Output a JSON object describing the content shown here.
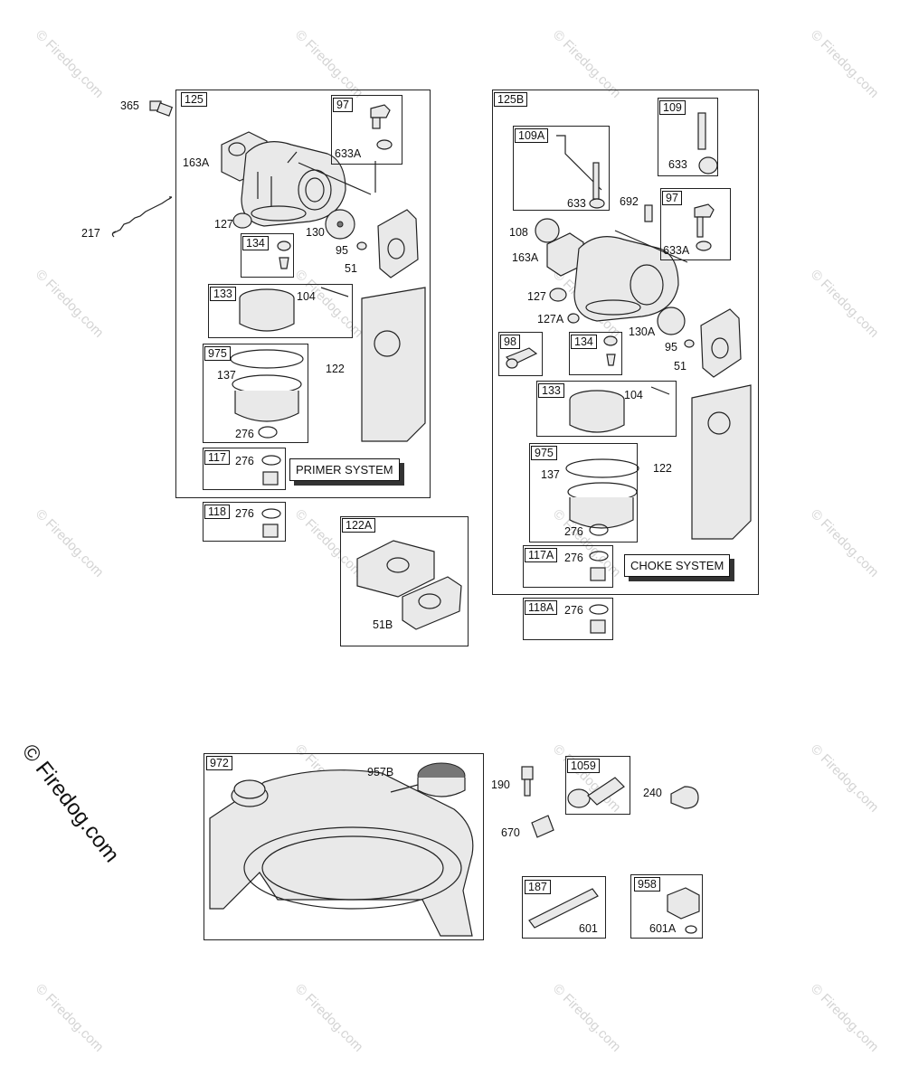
{
  "watermark_text": "© Firedog.com",
  "copyright": "© Firedog.com",
  "primer": {
    "box_label": "125",
    "system_label": "PRIMER SYSTEM",
    "tags": {
      "t97": "97",
      "t134": "134",
      "t133": "133",
      "t975": "975",
      "t117": "117",
      "t118": "118",
      "t122a": "122A"
    },
    "labels": {
      "l365": "365",
      "l163a": "163A",
      "l217": "217",
      "l127": "127",
      "l633a": "633A",
      "l130": "130",
      "l95": "95",
      "l51": "51",
      "l104": "104",
      "l137": "137",
      "l122": "122",
      "l276a": "276",
      "l276b": "276",
      "l276c": "276",
      "l51b": "51B"
    }
  },
  "choke": {
    "box_label": "125B",
    "system_label": "CHOKE SYSTEM",
    "tags": {
      "t109a": "109A",
      "t109": "109",
      "t97": "97",
      "t98": "98",
      "t134": "134",
      "t133": "133",
      "t975": "975",
      "t117a": "117A",
      "t118a": "118A"
    },
    "labels": {
      "l633a": "633",
      "l633b": "633",
      "l692": "692",
      "l108": "108",
      "l163a": "163A",
      "l633c": "633A",
      "l127": "127",
      "l127a": "127A",
      "l130a": "130A",
      "l95": "95",
      "l51": "51",
      "l104": "104",
      "l137": "137",
      "l122": "122",
      "l276a": "276",
      "l276b": "276",
      "l276c": "276"
    }
  },
  "tank": {
    "tags": {
      "t972": "972",
      "t1059": "1059",
      "t187": "187",
      "t958": "958"
    },
    "labels": {
      "l957b": "957B",
      "l190": "190",
      "l240": "240",
      "l670": "670",
      "l601": "601",
      "l601a": "601A"
    }
  }
}
